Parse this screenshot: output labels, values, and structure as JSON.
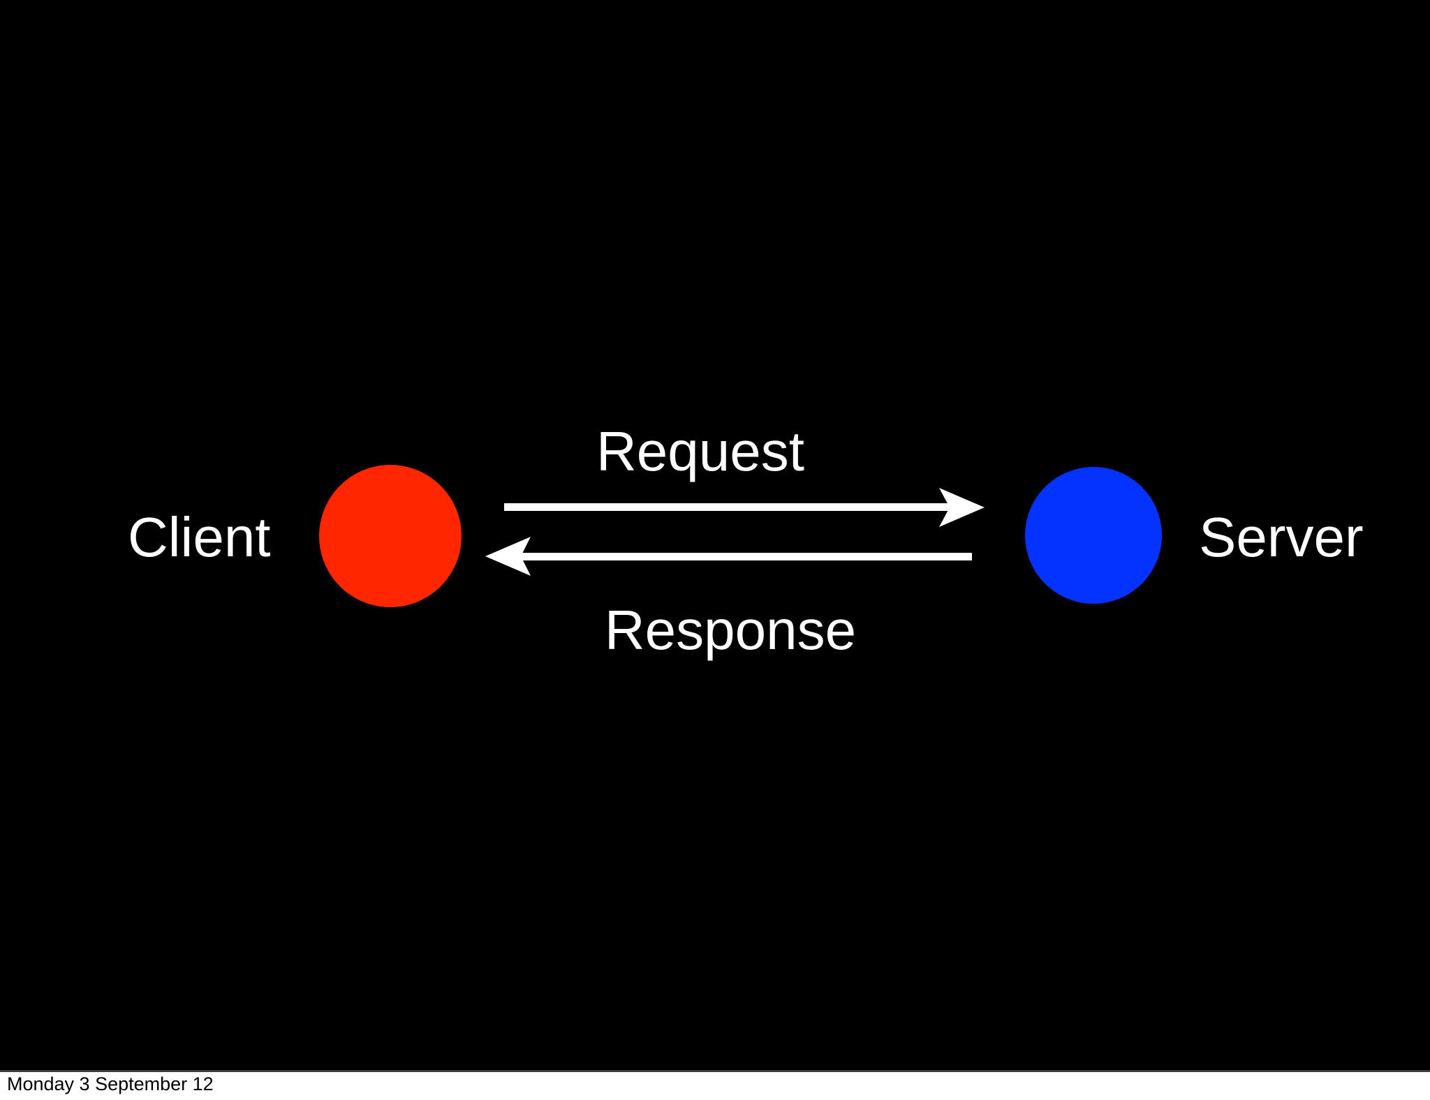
{
  "slide": {
    "background_color": "#000000",
    "text_color": "#ffffff",
    "arrow_color": "#ffffff",
    "client": {
      "label": "Client",
      "color": "#ff2600"
    },
    "server": {
      "label": "Server",
      "color": "#0433ff"
    },
    "arrows": {
      "request_label": "Request",
      "response_label": "Response"
    }
  },
  "footer": {
    "date": "Monday 3 September 12",
    "background_color": "#ffffff",
    "text_color": "#000000"
  }
}
